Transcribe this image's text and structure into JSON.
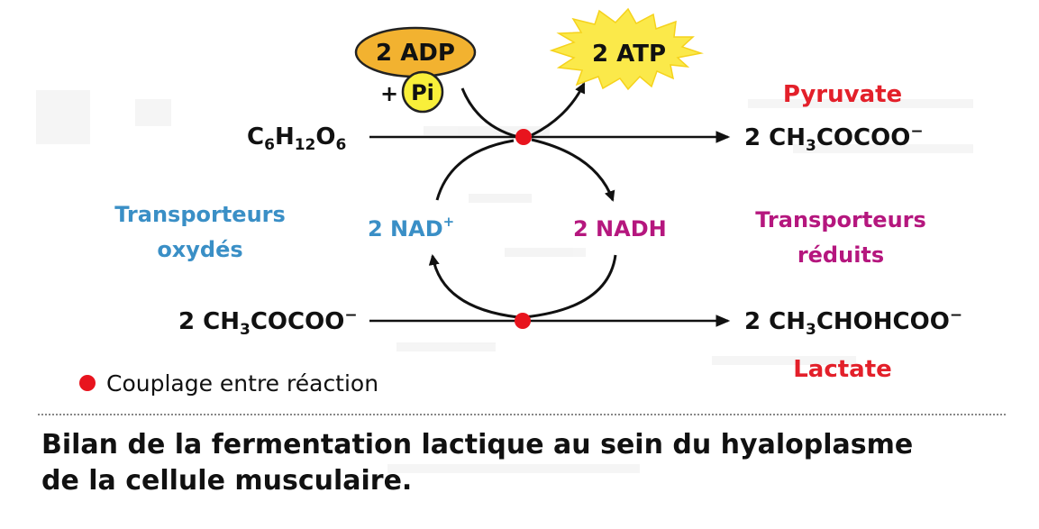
{
  "diagram": {
    "adp": "2 ADP",
    "plus": "+",
    "pi": "Pi",
    "atp": "2 ATP",
    "glucose": {
      "main": "C",
      "s1": "6",
      "h": "H",
      "s2": "12",
      "o": "O",
      "s3": "6"
    },
    "pyruvate_out": {
      "prefix": "2 CH",
      "sub": "3",
      "suffix": "COCOO",
      "charge": "−"
    },
    "pyruvate_label": "Pyruvate",
    "oxidized_line1": "Transporteurs",
    "oxidized_line2": "oxydés",
    "nad": "2 NAD",
    "nad_charge": "+",
    "nadh": "2 NADH",
    "reduced_line1": "Transporteurs",
    "reduced_line2": "réduits",
    "pyruvate_in": {
      "prefix": "2 CH",
      "sub": "3",
      "suffix": "COCOO",
      "charge": "−"
    },
    "lactate_out": {
      "prefix": "2 CH",
      "sub": "3",
      "suffix": "CHOHCOO",
      "charge": "−"
    },
    "lactate_label": "Lactate",
    "legend": "Couplage entre réaction"
  },
  "caption": {
    "line1": "Bilan de la fermentation lactique au sein du hyaloplasme",
    "line2": "de la cellule musculaire."
  },
  "colors": {
    "red_label": "#e3202a",
    "blue_label": "#3a8fc6",
    "magenta_label": "#b5177e",
    "coupling_dot": "#e8141e",
    "adp_fill": "#f2b230",
    "pi_fill": "#f9ef3a",
    "atp_fill": "#fbe94a"
  }
}
